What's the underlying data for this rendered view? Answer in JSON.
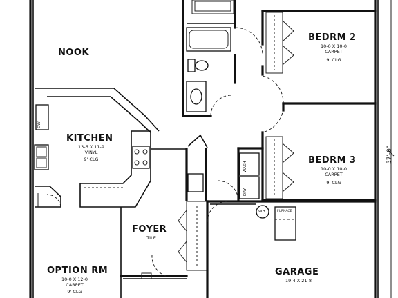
{
  "rooms": {
    "nook": {
      "name": "NOOK"
    },
    "kitchen": {
      "name": "KITCHEN",
      "dims": "13-6 X 11-9",
      "floor": "VINYL",
      "ceiling": "9' CLG"
    },
    "bedrm2": {
      "name": "BEDRM 2",
      "dims": "10-0 X 10-0",
      "floor": "CARPET",
      "ceiling": "9' CLG"
    },
    "bedrm3": {
      "name": "BEDRM 3",
      "dims": "10-0 X 10-0",
      "floor": "CARPET",
      "ceiling": "9' CLG"
    },
    "foyer": {
      "name": "FOYER",
      "floor": "TILE"
    },
    "option_rm": {
      "name": "OPTION RM",
      "dims": "10-0 X 12-0",
      "floor": "CARPET",
      "ceiling": "9' CLG"
    },
    "garage": {
      "name": "GARAGE",
      "dims": "19-4 X 21-8"
    }
  },
  "fixtures": {
    "dw": "DW",
    "wash": "WASH",
    "dry": "DRY",
    "wh": "WH",
    "furnace": "FURNACE"
  },
  "dimensions": {
    "overall_depth": "57'-0\""
  }
}
